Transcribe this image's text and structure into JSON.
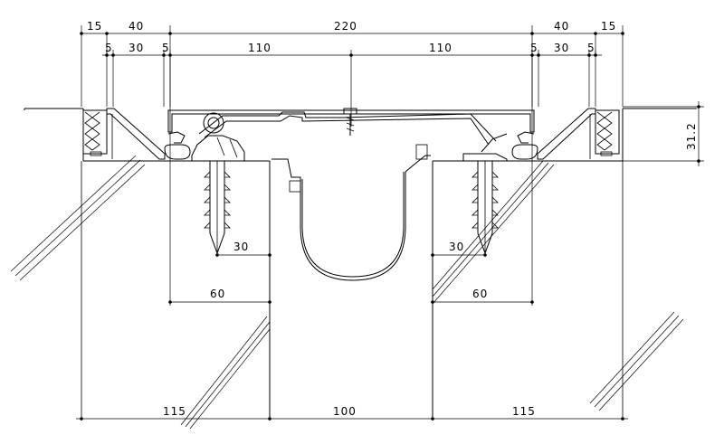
{
  "dimensions": {
    "top": [
      "15",
      "40",
      "220",
      "40",
      "15"
    ],
    "second_row": [
      "5",
      "30",
      "5",
      "110",
      "110",
      "5",
      "30",
      "5"
    ],
    "right_height": "31.2",
    "anchor_left_30": "30",
    "anchor_right_30": "30",
    "left_60": "60",
    "right_60": "60",
    "bottom": [
      "115",
      "100",
      "115"
    ]
  }
}
